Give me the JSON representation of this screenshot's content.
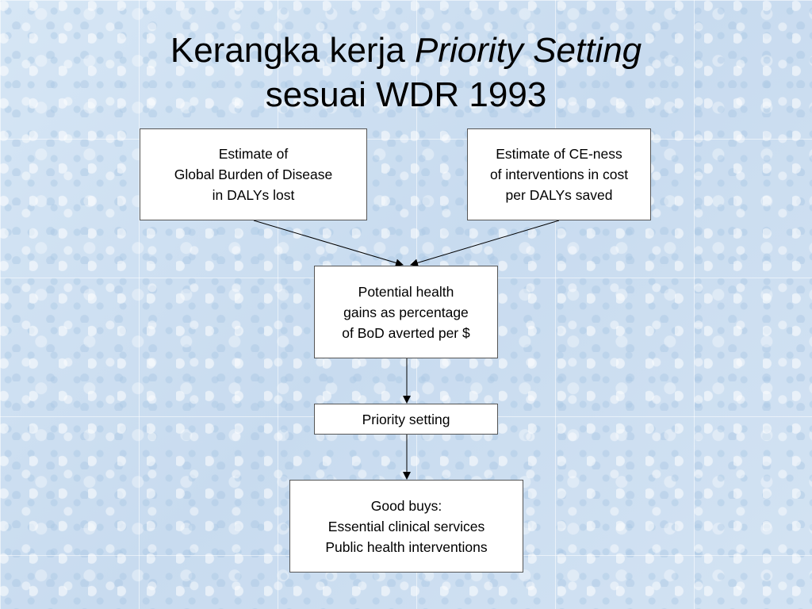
{
  "title": {
    "line1_normal": "Kerangka kerja ",
    "line1_italic": "Priority Setting",
    "line2": "sesuai WDR 1993"
  },
  "boxes": {
    "gbd": {
      "lines": [
        "Estimate of",
        "Global Burden of Disease",
        "in DALYs lost"
      ]
    },
    "ce": {
      "lines": [
        "Estimate of CE-ness",
        "of interventions in cost",
        "per DALYs saved"
      ]
    },
    "gains": {
      "lines": [
        "Potential health",
        "gains as percentage",
        "of BoD averted per $"
      ]
    },
    "priority": {
      "lines": [
        "Priority setting"
      ]
    },
    "goodbuys": {
      "lines": [
        "Good buys:",
        "Essential clinical services",
        "Public health interventions"
      ]
    }
  },
  "colors": {
    "background": "#cfe0f1",
    "box_fill": "#ffffff",
    "box_border": "#555555",
    "arrow": "#000000"
  }
}
